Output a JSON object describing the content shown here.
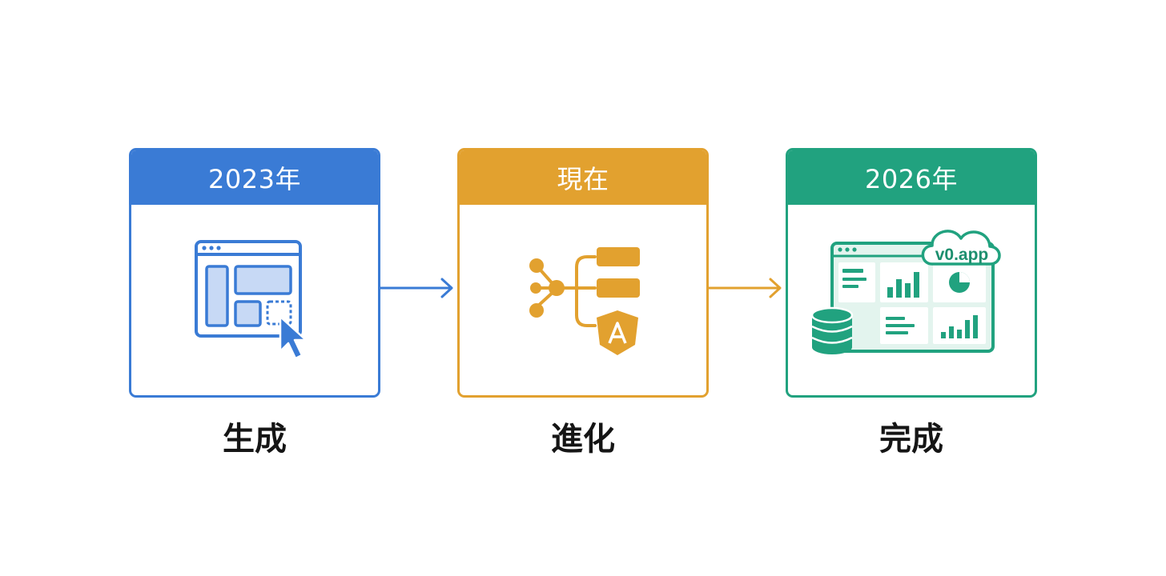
{
  "stages": [
    {
      "header": "2023年",
      "caption": "生成",
      "color": "#3a7bd5",
      "icon": "browser-drag-drop-icon"
    },
    {
      "header": "現在",
      "caption": "進化",
      "color": "#e2a12f",
      "icon": "branching-tree-angular-icon"
    },
    {
      "header": "2026年",
      "caption": "完成",
      "color": "#21a27f",
      "icon": "dashboard-cloud-database-icon",
      "cloud_label": "v0.app"
    }
  ]
}
